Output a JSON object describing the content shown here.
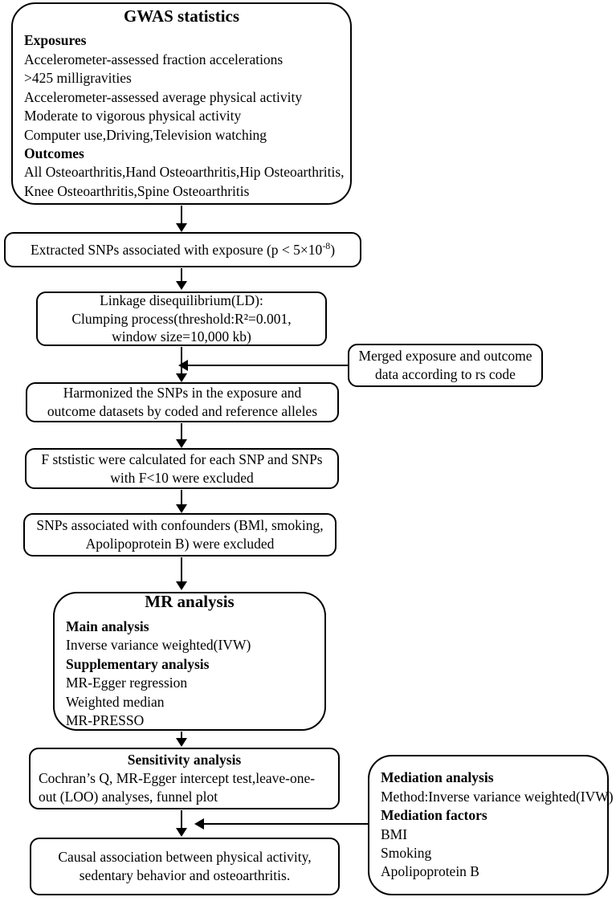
{
  "diagram": {
    "title_semantic": "mendelian-randomization-study-flowchart",
    "nodes": {
      "gwas": {
        "title": "GWAS statistics",
        "exposures_heading": "Exposures",
        "exposures": [
          "Accelerometer-assessed fraction accelerations",
          ">425 milligravities",
          "Accelerometer-assessed average physical activity",
          "Moderate to vigorous physical activity",
          "Computer use,Driving,Television watching"
        ],
        "outcomes_heading": "Outcomes",
        "outcomes": [
          "All Osteoarthritis,Hand Osteoarthritis,Hip Osteoarthritis,",
          "Knee Osteoarthritis,Spine Osteoarthritis"
        ]
      },
      "extracted": {
        "text_prefix": "Extracted SNPs associated with exposure  (p < 5×10",
        "exponent": "-8",
        "text_suffix": ")"
      },
      "ld": {
        "lines": [
          "Linkage disequilibrium(LD):",
          "Clumping process(threshold:R²=0.001,",
          "window size=10,000 kb)"
        ]
      },
      "merged": {
        "lines": [
          "Merged exposure and outcome",
          "data according to rs code"
        ]
      },
      "harmonized": {
        "lines": [
          "Harmonized the SNPs in the exposure and",
          "outcome datasets by coded and reference alleles"
        ]
      },
      "fstat": {
        "lines": [
          "F ststistic were calculated for each SNP and SNPs",
          "with F<10 were excluded"
        ]
      },
      "confounders": {
        "lines": [
          "SNPs associated with confounders (BMl, smoking,",
          "Apolipoprotein B) were excluded"
        ]
      },
      "mr": {
        "title": "MR analysis",
        "main_heading": "Main analysis",
        "main_items": [
          "Inverse variance weighted(IVW)"
        ],
        "supplementary_heading": "Supplementary analysis",
        "supplementary_items": [
          "MR-Egger regression",
          "Weighted median",
          "MR-PRESSO"
        ]
      },
      "sensitivity": {
        "title": "Sensitivity analysis",
        "lines": [
          "Cochran’s Q, MR-Egger intercept test,leave-one-",
          "out (LOO) analyses, funnel plot"
        ]
      },
      "mediation": {
        "analysis_heading": "Mediation analysis",
        "method": "Method:Inverse variance weighted(IVW)",
        "factors_heading": "Mediation factors",
        "factors": [
          "BMI",
          "Smoking",
          "Apolipoprotein B"
        ]
      },
      "conclusion": {
        "lines": [
          "Causal association between physical activity,",
          "sedentary behavior and osteoarthritis."
        ]
      }
    },
    "colors": {
      "stroke": "#000000",
      "background": "#ffffff",
      "text": "#000000"
    }
  }
}
